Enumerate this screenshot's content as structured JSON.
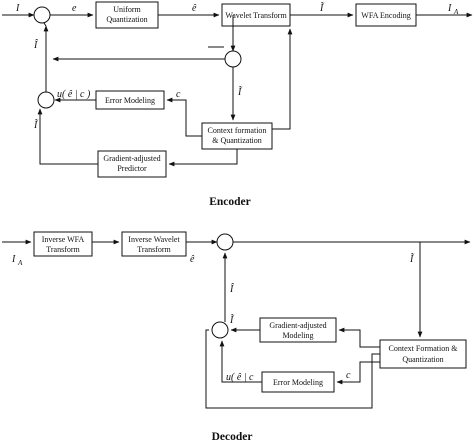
{
  "encoder": {
    "caption": "Encoder",
    "blocks": {
      "uniform_quant": [
        "Uniform",
        "Quantization"
      ],
      "wavelet": [
        "Wavelet Transform"
      ],
      "wfa_enc": [
        "WFA Encoding"
      ],
      "error_model": [
        "Error Modeling"
      ],
      "context": [
        "Context formation",
        "& Quantization"
      ],
      "gap": [
        "Gradient-adjusted",
        "Predictor"
      ]
    },
    "signals": {
      "input": "I",
      "e": "e",
      "e_hat": "ê",
      "i_tilde": "Ĩ",
      "i_a": "I",
      "i_a_sub": "A",
      "i_hat": "Î",
      "u_label": "u( ê | c )",
      "c": "c",
      "i_tilde_mid": "Ĩ",
      "i_tilde_left": "Ĩ"
    }
  },
  "decoder": {
    "caption": "Decoder",
    "blocks": {
      "inv_wfa": [
        "Inverse WFA",
        "Transform"
      ],
      "inv_wavelet": [
        "Inverse Wavelet",
        "Transform"
      ],
      "gap": [
        "Gradient-adjusted",
        "Modeling"
      ],
      "context": [
        "Context Formation &",
        "Quantization"
      ],
      "error_model": [
        "Error Modeling"
      ]
    },
    "signals": {
      "i_a": "I",
      "i_a_sub": "A",
      "e_hat": "ê",
      "i_tilde_out": "Ĩ",
      "i_hat": "Î",
      "i_tilde_sum": "Ĩ",
      "u_label": "u( ê | c",
      "c": "c"
    }
  }
}
